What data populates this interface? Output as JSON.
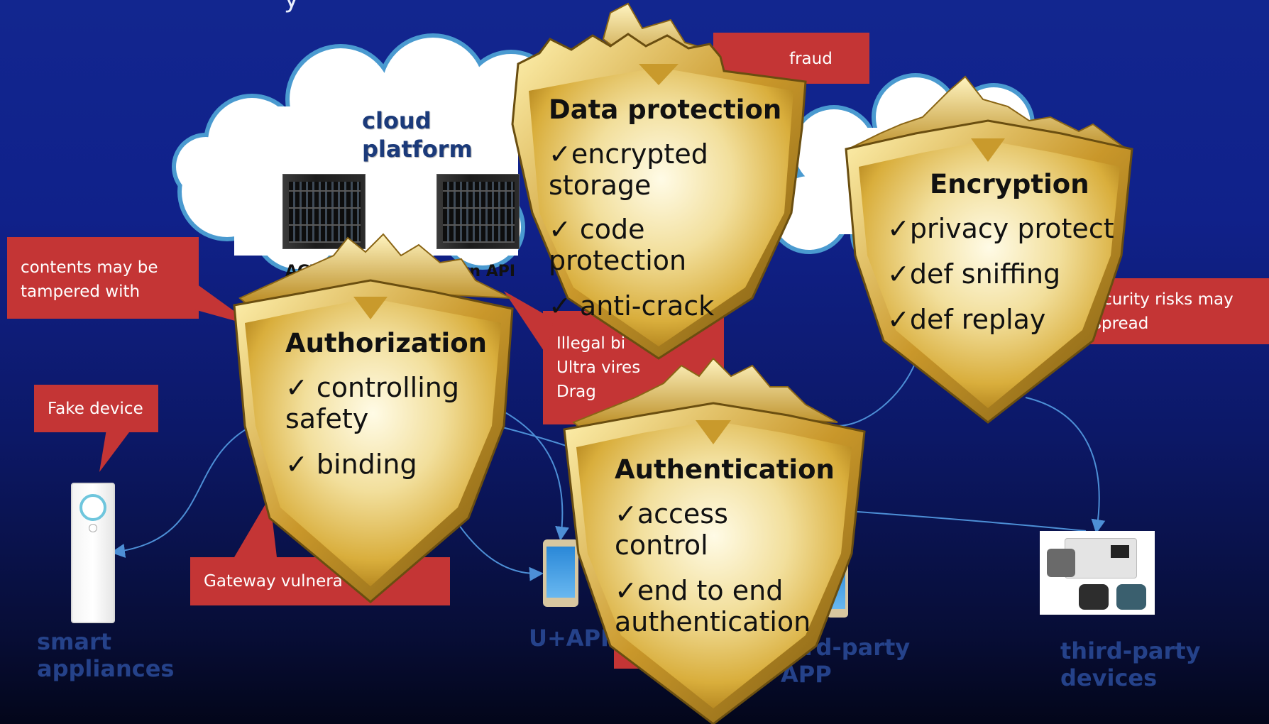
{
  "header": {
    "partial_title": "y"
  },
  "cloud": {
    "title": "cloud\nplatform",
    "server_left_label": "AGV",
    "server_right_label": "Open API"
  },
  "callouts": {
    "fraud": "fraud",
    "tampered": "contents may be\ntampered with",
    "illegal": "Illegal bi\nUltra vires\nDrag",
    "security": "ecurity risks may\nspread",
    "fake_device": "Fake device",
    "gateway": "Gateway vulnera"
  },
  "nodes": {
    "smart_appliances": "smart\nappliances",
    "uplus_app": "U+APP",
    "third_party_app": "hird-party\nAPP",
    "third_party_devices": "third-party\ndevices"
  },
  "shields": {
    "data_protection": {
      "title": "Data protection",
      "items": [
        "✓encrypted storage",
        "✓ code protection",
        "✓ anti-crack"
      ]
    },
    "encryption": {
      "title": "Encryption",
      "items": [
        "✓privacy protect",
        "✓def sniffing",
        "✓def replay"
      ]
    },
    "authorization": {
      "title": "Authorization",
      "items": [
        "✓ controlling safety",
        "✓ binding"
      ]
    },
    "authentication": {
      "title": "Authentication",
      "items": [
        "✓access control",
        "✓end to end authentication"
      ]
    }
  },
  "colors": {
    "background_top": "#12268f",
    "background_bottom": "#03061a",
    "callout_red": "#c43535",
    "shield_gold": "#e8c95a",
    "cloud_border": "#5aa5d6",
    "node_label_blue": "#25428a",
    "connector_blue": "#4d8fd6"
  }
}
